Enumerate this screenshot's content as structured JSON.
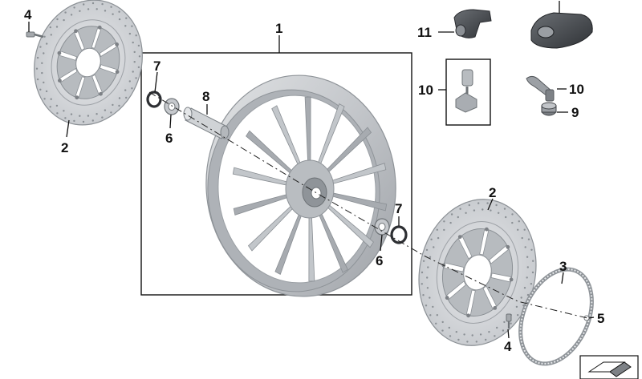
{
  "callouts": {
    "c1": "1",
    "c2a": "2",
    "c2b": "2",
    "c3": "3",
    "c4a": "4",
    "c4b": "4",
    "c5": "5",
    "c6a": "6",
    "c6b": "6",
    "c7a": "7",
    "c7b": "7",
    "c8": "8",
    "c9": "9",
    "c10a": "10",
    "c10b": "10",
    "c11": "11"
  },
  "colors": {
    "wheel": "#c7cacd",
    "wheel_shadow": "#9ea3a8",
    "disc": "#d6d8db",
    "carrier": "#a9adb2",
    "dark_part": "#4a4d51",
    "line": "#111111"
  },
  "icons": {
    "corner": "catalogue-arrow-icon"
  }
}
